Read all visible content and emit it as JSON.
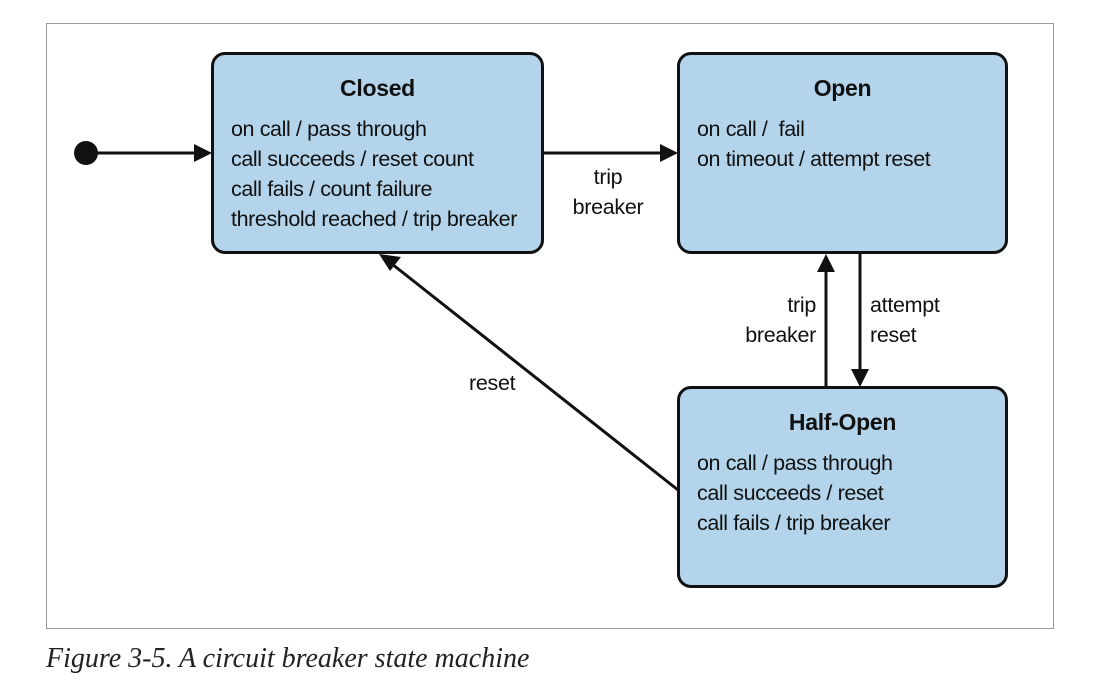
{
  "states": {
    "closed": {
      "title": "Closed",
      "lines": [
        "on call / pass through",
        "call succeeds / reset count",
        "call fails / count failure",
        "threshold reached / trip breaker"
      ]
    },
    "open": {
      "title": "Open",
      "lines": [
        "on call /  fail",
        "on timeout / attempt reset"
      ]
    },
    "half_open": {
      "title": "Half-Open",
      "lines": [
        "on call / pass through",
        "call succeeds / reset",
        "call fails / trip breaker"
      ]
    }
  },
  "transitions": {
    "closed_to_open": [
      "trip",
      "breaker"
    ],
    "half_open_to_open": [
      "trip",
      "breaker"
    ],
    "open_to_half_open": [
      "attempt",
      "reset"
    ],
    "half_open_to_closed": [
      "reset"
    ]
  },
  "caption": "Figure 3-5. A circuit breaker state machine",
  "colors": {
    "state_fill": "#b3d4ea",
    "stroke": "#111111"
  }
}
